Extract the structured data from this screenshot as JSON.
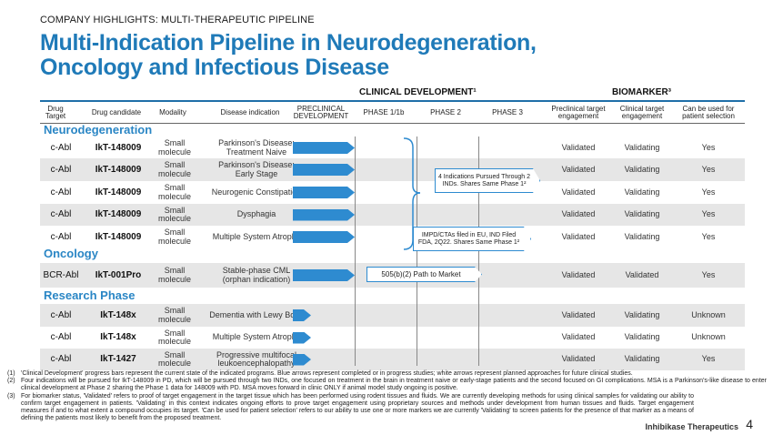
{
  "kicker": "COMPANY HIGHLIGHTS:  MULTI-THERAPEUTIC PIPELINE",
  "title_line1": "Multi-Indication Pipeline in Neurodegeneration,",
  "title_line2": "Oncology and Infectious Disease",
  "group_headers": {
    "clinical": "CLINICAL DEVELOPMENT¹",
    "biomarker": "BIOMARKER³"
  },
  "columns": {
    "drug_target": "Drug Target",
    "drug_candidate": "Drug candidate",
    "modality": "Modality",
    "disease": "Disease indication",
    "preclinical": "PRECLINICAL DEVELOPMENT",
    "phase1": "PHASE 1/1b",
    "phase2": "PHASE 2",
    "phase3": "PHASE 3",
    "preclinical_target": "Preclinical target engagement",
    "clinical_target": "Clinical target engagement",
    "patient_selection": "Can be used for patient selection"
  },
  "sections": {
    "neuro": "Neurodegeneration",
    "onco": "Oncology",
    "research": "Research Phase"
  },
  "rows": [
    {
      "target": "c-Abl",
      "candidate": "IkT-148009",
      "modality": "Small molecule",
      "disease": "Parkinson's Disease: Treatment Naive",
      "pre": "Validated",
      "clin": "Validating",
      "sel": "Yes"
    },
    {
      "target": "c-Abl",
      "candidate": "IkT-148009",
      "modality": "Small molecule",
      "disease": "Parkinson's Disease: Early Stage",
      "pre": "Validated",
      "clin": "Validating",
      "sel": "Yes"
    },
    {
      "target": "c-Abl",
      "candidate": "IkT-148009",
      "modality": "Small molecule",
      "disease": "Neurogenic Constipation",
      "pre": "Validated",
      "clin": "Validating",
      "sel": "Yes"
    },
    {
      "target": "c-Abl",
      "candidate": "IkT-148009",
      "modality": "Small molecule",
      "disease": "Dysphagia",
      "pre": "Validated",
      "clin": "Validating",
      "sel": "Yes"
    },
    {
      "target": "c-Abl",
      "candidate": "IkT-148009",
      "modality": "Small molecule",
      "disease": "Multiple System Atrophy",
      "pre": "Validated",
      "clin": "Validating",
      "sel": "Yes"
    },
    {
      "target": "BCR-Abl",
      "candidate": "IkT-001Pro",
      "modality": "Small molecule",
      "disease": "Stable-phase CML (orphan indication)",
      "pre": "Validated",
      "clin": "Validated",
      "sel": "Yes"
    },
    {
      "target": "c-Abl",
      "candidate": "IkT-148x",
      "modality": "Small molecule",
      "disease": "Dementia with Lewy Body",
      "pre": "Validated",
      "clin": "Validating",
      "sel": "Unknown"
    },
    {
      "target": "c-Abl",
      "candidate": "IkT-148x",
      "modality": "Small molecule",
      "disease": "Multiple System Atrophy",
      "pre": "Validated",
      "clin": "Validating",
      "sel": "Unknown"
    },
    {
      "target": "c-Abl",
      "candidate": "IkT-1427",
      "modality": "Small molecule",
      "disease": "Progressive multifocal leukoencephalopathy",
      "pre": "Validated",
      "clin": "Validating",
      "sel": "Yes"
    }
  ],
  "callouts": {
    "indications": "4 Indications Pursued Through 2 INDs. Shares Same Phase 1²",
    "impd": "IMPD/CTAs filed in EU, IND Filed FDA, 2Q22. Shares Same Phase 1²",
    "path": "505(b)(2) Path to Market"
  },
  "footnotes": [
    {
      "num": "(1)",
      "text": "'Clinical Development' progress bars represent the current state of the indicated programs. Blue arrows represent completed or in progress studies; white arrows represent planned approaches for future clinical studies."
    },
    {
      "num": "(2)",
      "text": "Four indications will be pursued for IkT-148009 in PD, which will be pursued through two INDs, one focused on treatment in the brain in treatment naive or early-stage patients and the second focused on GI complications.  MSA is a Parkinson's-like disease to enter clinical development at Phase 2 sharing the Phase 1 data for 148009 with PD.  MSA moves forward in clinic ONLY if animal model study ongoing is positive."
    },
    {
      "num": "(3)",
      "text": "For biomarker status, 'Validated' refers to proof of target engagement in the target tissue which has been performed using rodent tissues and fluids. We are currently developing methods for using clinical samples for validating our ability to confirm target engagement in patients. 'Validating' in this context indicates ongoing efforts to prove target engagement using proprietary sources and methods under development from human tissues and fluids. Target engagement measures if and to what extent a compound occupies its target. 'Can be used for patient selection' refers to our ability to use one or more markers we are currently 'Validating' to screen patients for the presence of that marker as a means of defining the patients most likely to benefit from the proposed treatment."
    }
  ],
  "brand": "Inhibikase Therapeutics",
  "page_number": "4",
  "colors": {
    "title": "#1f7ab8",
    "section": "#2a86c5",
    "arrow": "#2e8bd0",
    "shade": "#e6e6e6"
  },
  "progress": [
    {
      "row": 0,
      "fraction_of_preclinical": 1.0
    },
    {
      "row": 1,
      "fraction_of_preclinical": 1.0
    },
    {
      "row": 2,
      "fraction_of_preclinical": 1.0
    },
    {
      "row": 3,
      "fraction_of_preclinical": 1.0
    },
    {
      "row": 4,
      "fraction_of_preclinical": 1.0
    },
    {
      "row": 5,
      "fraction_of_preclinical": 1.0
    },
    {
      "row": 6,
      "fraction_of_preclinical": 0.3
    },
    {
      "row": 7,
      "fraction_of_preclinical": 0.3
    },
    {
      "row": 8,
      "fraction_of_preclinical": 0.3
    }
  ]
}
